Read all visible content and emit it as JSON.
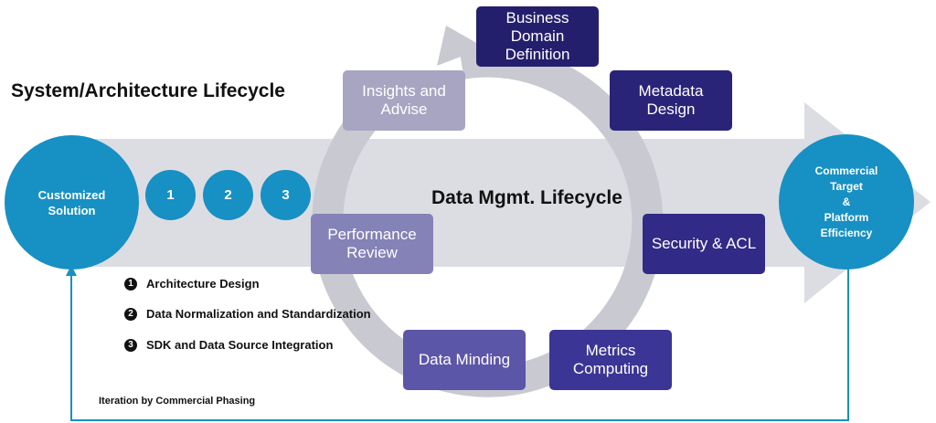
{
  "title": "System/Architecture Lifecycle",
  "start_node": {
    "label": "Customized Solution"
  },
  "steps": [
    "1",
    "2",
    "3"
  ],
  "end_node": {
    "lines": [
      "Commercial",
      "Target",
      "&",
      "Platform",
      "Efficiency"
    ]
  },
  "cycle": {
    "title": "Data Mgmt. Lifecycle",
    "stages": [
      {
        "label": "Business Domain Definition",
        "color": "#241f6c"
      },
      {
        "label": "Metadata Design",
        "color": "#2a2478"
      },
      {
        "label": "Security & ACL",
        "color": "#312a86"
      },
      {
        "label": "Metrics Computing",
        "color": "#3b3595"
      },
      {
        "label": "Data Minding",
        "color": "#5b56a8"
      },
      {
        "label": "Performance Review",
        "color": "#8582b8"
      },
      {
        "label": "Insights and Advise",
        "color": "#a7a5c2"
      }
    ]
  },
  "legend": [
    {
      "num": "1",
      "label": "Architecture Design"
    },
    {
      "num": "2",
      "label": "Data Normalization and Standardization"
    },
    {
      "num": "3",
      "label": "SDK and Data Source Integration"
    }
  ],
  "iteration_label": "Iteration by Commercial Phasing",
  "colors": {
    "accent": "#1790c4",
    "band": "#dcdde3",
    "ring": "#c9c9d1"
  }
}
